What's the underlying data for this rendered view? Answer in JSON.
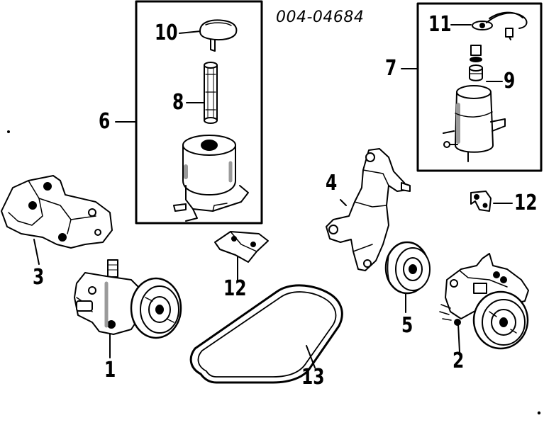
{
  "diagram": {
    "part_number": "004-04684",
    "callouts": {
      "c1": "1",
      "c2": "2",
      "c3": "3",
      "c4": "4",
      "c5": "5",
      "c6": "6",
      "c7": "7",
      "c8": "8",
      "c9": "9",
      "c10": "10",
      "c11": "11",
      "c12_bracket_mid": "12",
      "c12_bracket_right": "12",
      "c13": "13"
    }
  },
  "colors": {
    "ink": "#000000",
    "paper": "#ffffff",
    "shade": "#9a9a9a"
  }
}
